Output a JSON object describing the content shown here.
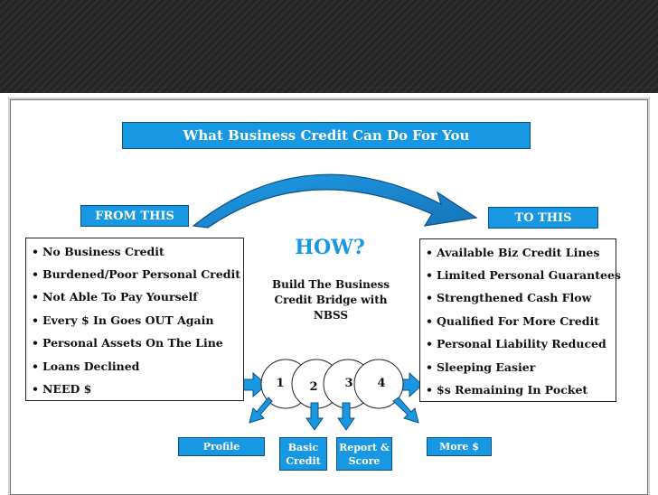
{
  "title": "What Business Credit Can Do For You",
  "from_label": "FROM THIS",
  "to_label": "TO THIS",
  "bullet_glyph": "•",
  "from_items": [
    "No Business Credit",
    "Burdened/Poor Personal Credit",
    "Not Able To Pay Yourself",
    "Every $ In Goes OUT Again",
    "Personal Assets On The Line",
    "Loans Declined",
    "NEED $"
  ],
  "to_items": [
    "Available Biz Credit Lines",
    "Limited Personal Guarantees",
    "Strengthened Cash Flow",
    "Qualified For More Credit",
    "Personal Liability Reduced",
    "Sleeping Easier",
    "$s Remaining In Pocket"
  ],
  "how": {
    "title": "HOW?",
    "line1": "Build The Business",
    "line2": "Credit Bridge with",
    "line3": "NBSS"
  },
  "steps": [
    "1",
    "2",
    "3",
    "4"
  ],
  "outcomes": {
    "profile": "Profile",
    "basic_line1": "Basic",
    "basic_line2": "Credit",
    "report_line1": "Report &",
    "report_line2": "Score",
    "more": "More $"
  },
  "colors": {
    "accent": "#1898e3",
    "accent_dark": "#0d4f82",
    "header_bg": "#2a2a2a"
  }
}
